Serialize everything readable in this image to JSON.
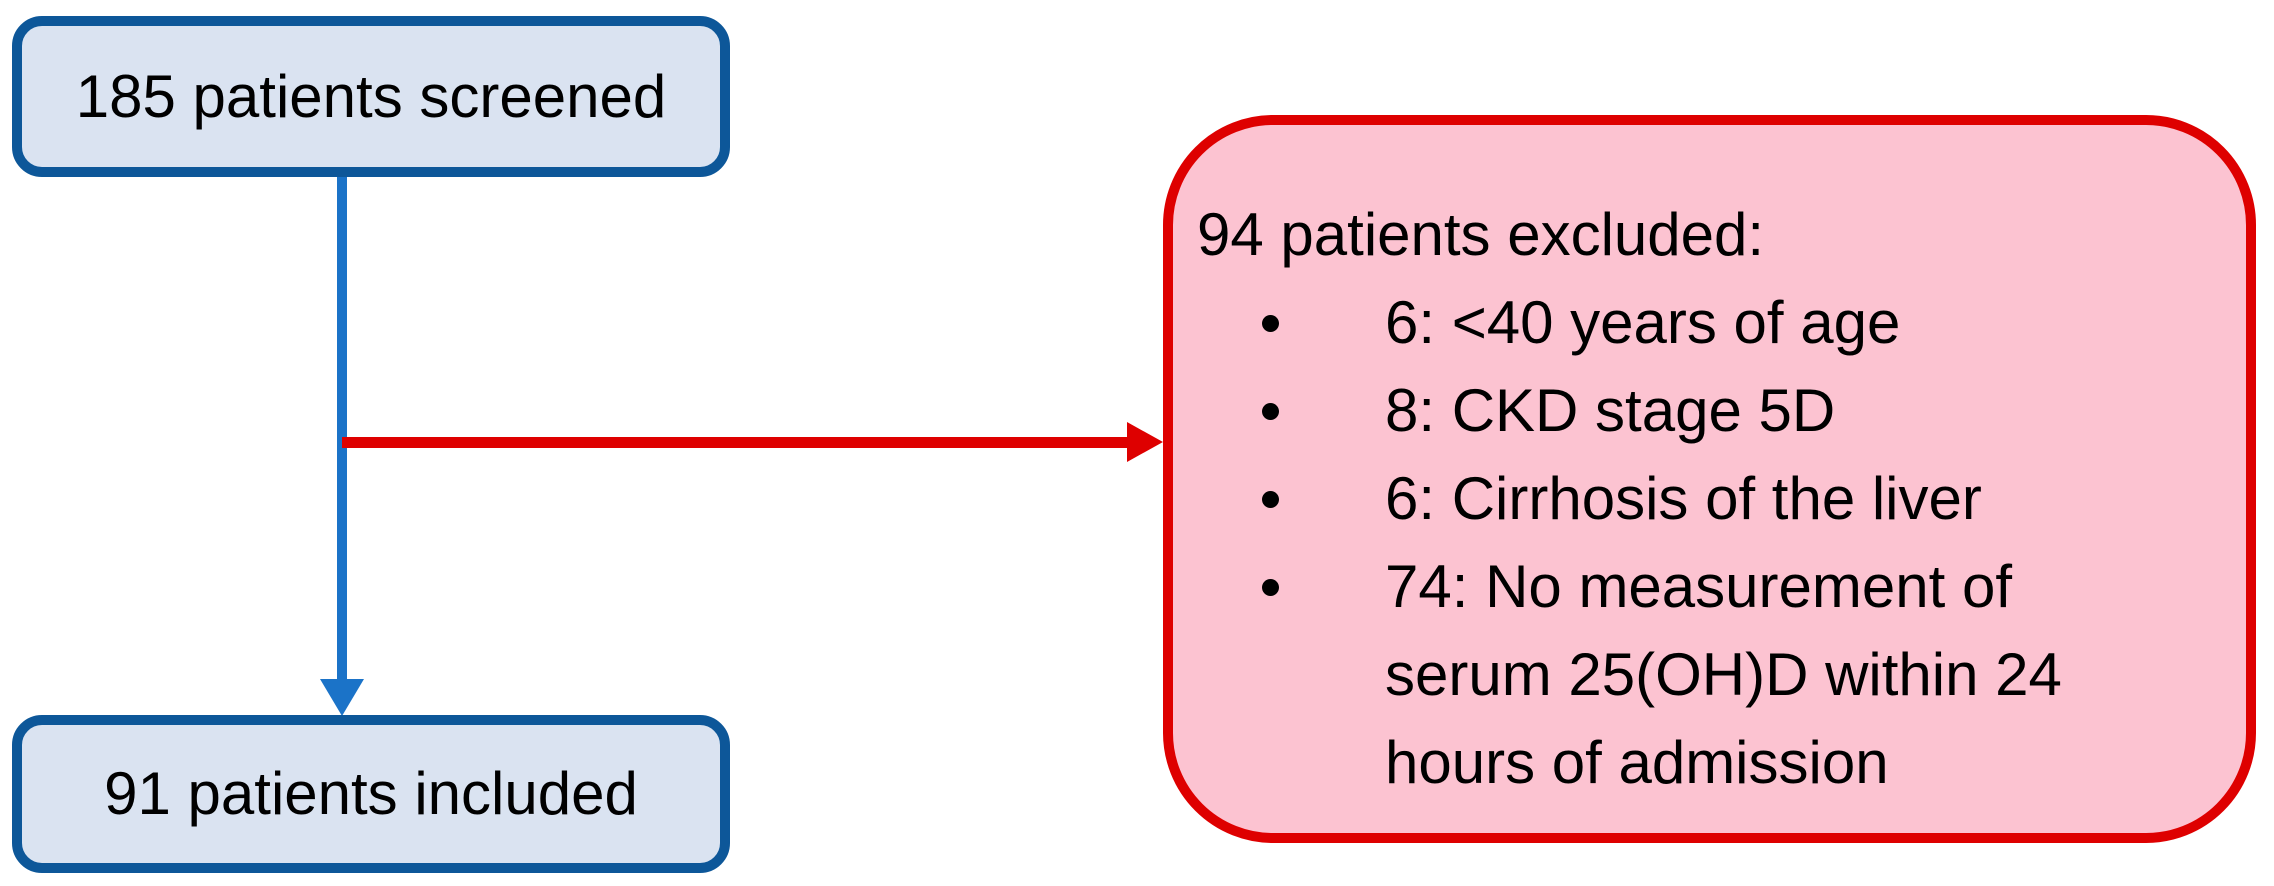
{
  "diagram_type": "patient-flow-chart",
  "colors": {
    "background": "#ffffff",
    "text": "#000000",
    "inclusion_box_fill": "#dae3f1",
    "inclusion_box_border": "#0d5799",
    "inclusion_arrow": "#1b73c8",
    "exclusion_arrow": "#de0000",
    "exclusion_box_fill": "#fcc3d1",
    "exclusion_box_border": "#de0000"
  },
  "boxes": {
    "screened": {
      "label": "185 patients screened"
    },
    "included": {
      "label": "91 patients included"
    },
    "excluded": {
      "header": "94 patients excluded:",
      "items": [
        "6: <40 years of age",
        "8: CKD stage 5D",
        "6: Cirrhosis of the liver",
        "74: No measurement of serum 25(OH)D within 24 hours of admission"
      ]
    }
  }
}
